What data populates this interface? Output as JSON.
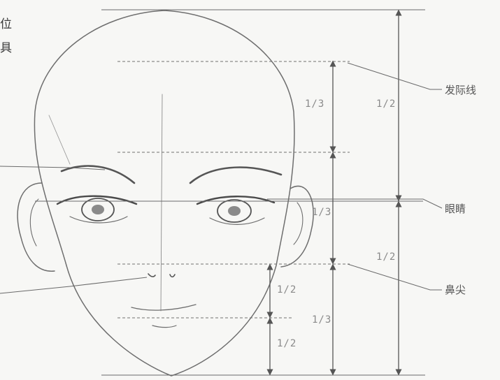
{
  "side_text": {
    "line1": "位",
    "line2": "具"
  },
  "labels": {
    "hairline": "发际线",
    "eyes": "眼睛",
    "nose_tip": "鼻尖"
  },
  "ratios": {
    "hair_to_brow": "1/3",
    "brow_to_nose": "1/3",
    "nose_to_chin": "1/3",
    "top_to_eyes": "1/2",
    "eyes_to_chin": "1/2",
    "nose_to_mouth": "1/2",
    "mouth_to_chin": "1/2"
  },
  "colors": {
    "sketch": "#6e6e6e",
    "guide": "#707070",
    "arrow": "#555555",
    "paper": "#f7f7f5"
  }
}
